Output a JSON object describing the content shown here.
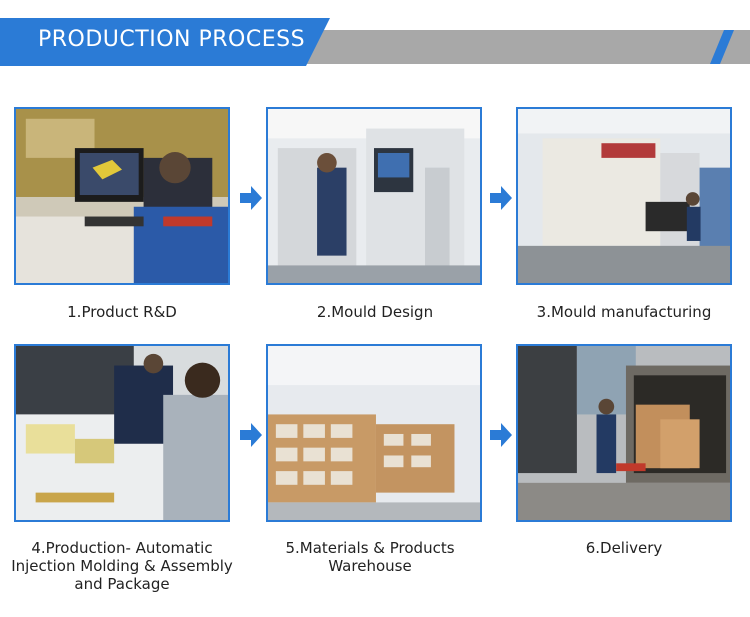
{
  "header": {
    "title": "PRODUCTION PROCESS",
    "accent_color": "#2b7bd6",
    "bar_color": "#a8a8a8"
  },
  "steps": [
    {
      "caption": "1.Product R&D",
      "photo": "engineer-at-cad-computer"
    },
    {
      "caption": "2.Mould Design",
      "photo": "cnc-machining-center"
    },
    {
      "caption": "3.Mould manufacturing",
      "photo": "injection-molding-machine"
    },
    {
      "caption": "4.Production- Automatic Injection Molding & Assembly and Package",
      "photo": "workers-assembling-and-packing"
    },
    {
      "caption": "5.Materials & Products Warehouse",
      "photo": "warehouse-stacked-cartons"
    },
    {
      "caption": "6.Delivery",
      "photo": "loading-truck-with-pallet-jack"
    }
  ],
  "arrow_icon": "right-arrow-icon"
}
